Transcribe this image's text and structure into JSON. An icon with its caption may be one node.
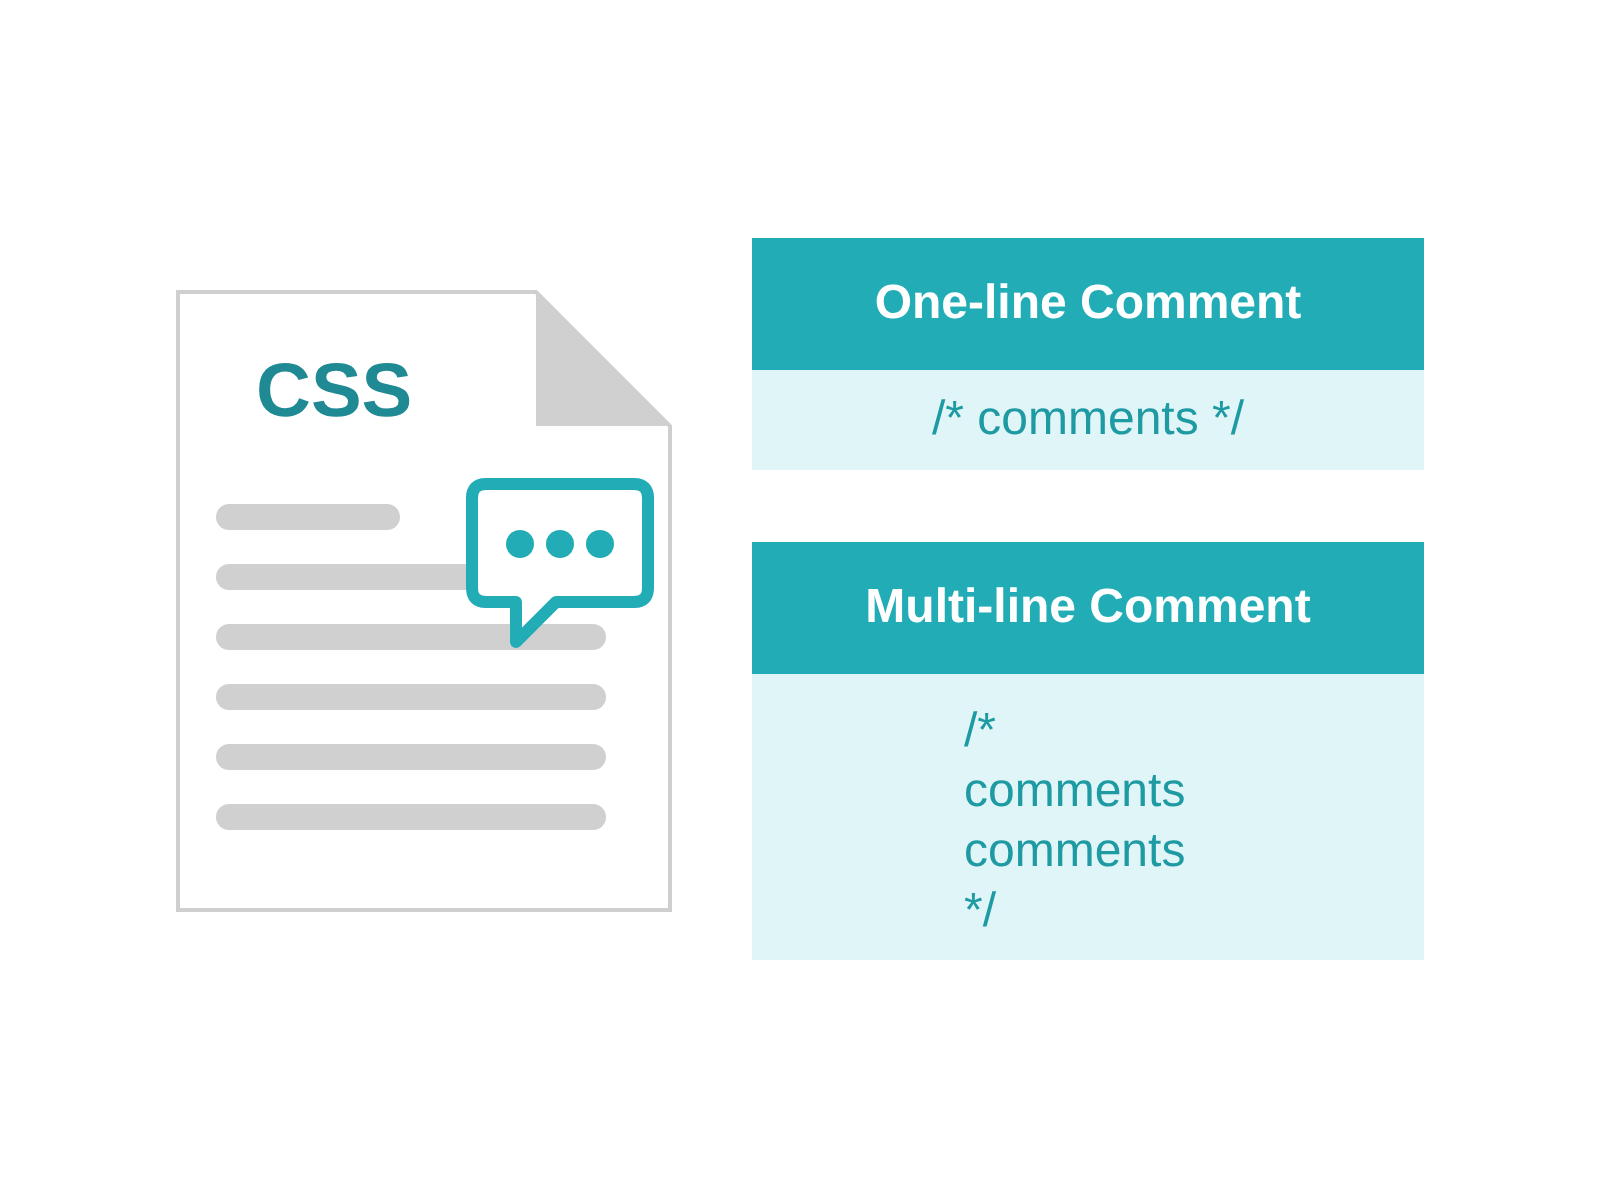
{
  "diagram": {
    "nodes": [
      {
        "text": [
          "CSS"
        ]
      },
      {
        "text": [
          "One-line Comment",
          "/* comments */"
        ]
      },
      {
        "text": [
          "Multi-line Comment",
          "/*",
          "comments",
          "comments",
          "*/"
        ]
      }
    ]
  }
}
